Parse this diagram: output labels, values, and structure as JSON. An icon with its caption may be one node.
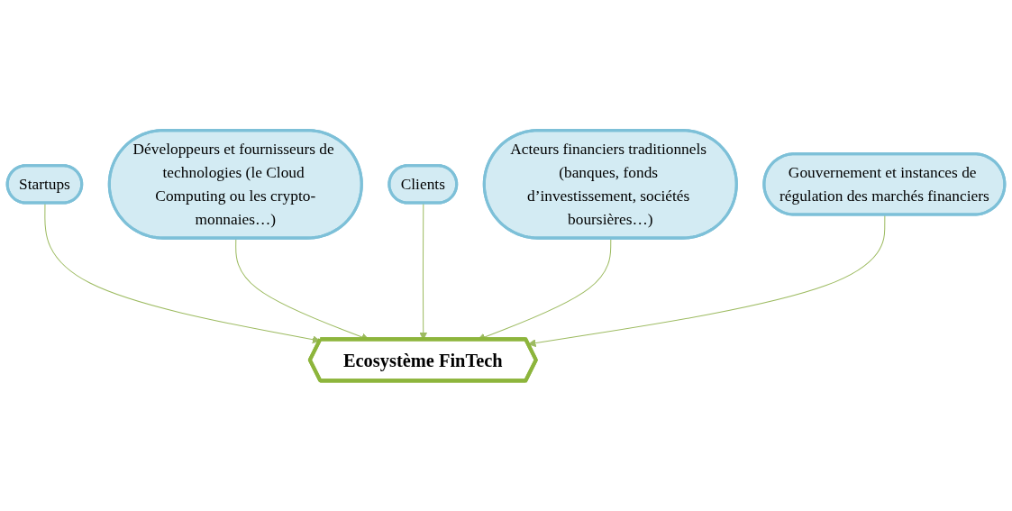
{
  "diagram": {
    "nodes": [
      {
        "text": [
          "Startups"
        ]
      },
      {
        "text": [
          "Développeurs et fournisseurs de technologies (le Cloud Computing ou les crypto-monnaies…)"
        ]
      },
      {
        "text": [
          "Ecosystème FinTech"
        ]
      },
      {
        "text": [
          "Clients"
        ]
      },
      {
        "text": [
          "Acteurs financiers traditionnels (banques, fonds d’investissement, sociétés boursières…)"
        ]
      },
      {
        "text": [
          "Gouvernement et instances de régulation des marchés financiers"
        ]
      }
    ],
    "edges": [
      {
        "from": 0,
        "to": 2,
        "arrow": "to"
      },
      {
        "from": 1,
        "to": 2,
        "arrow": "to"
      },
      {
        "from": 3,
        "to": 2,
        "arrow": "to"
      },
      {
        "from": 4,
        "to": 2,
        "arrow": "to"
      },
      {
        "from": 5,
        "to": 2,
        "arrow": "to"
      }
    ]
  }
}
